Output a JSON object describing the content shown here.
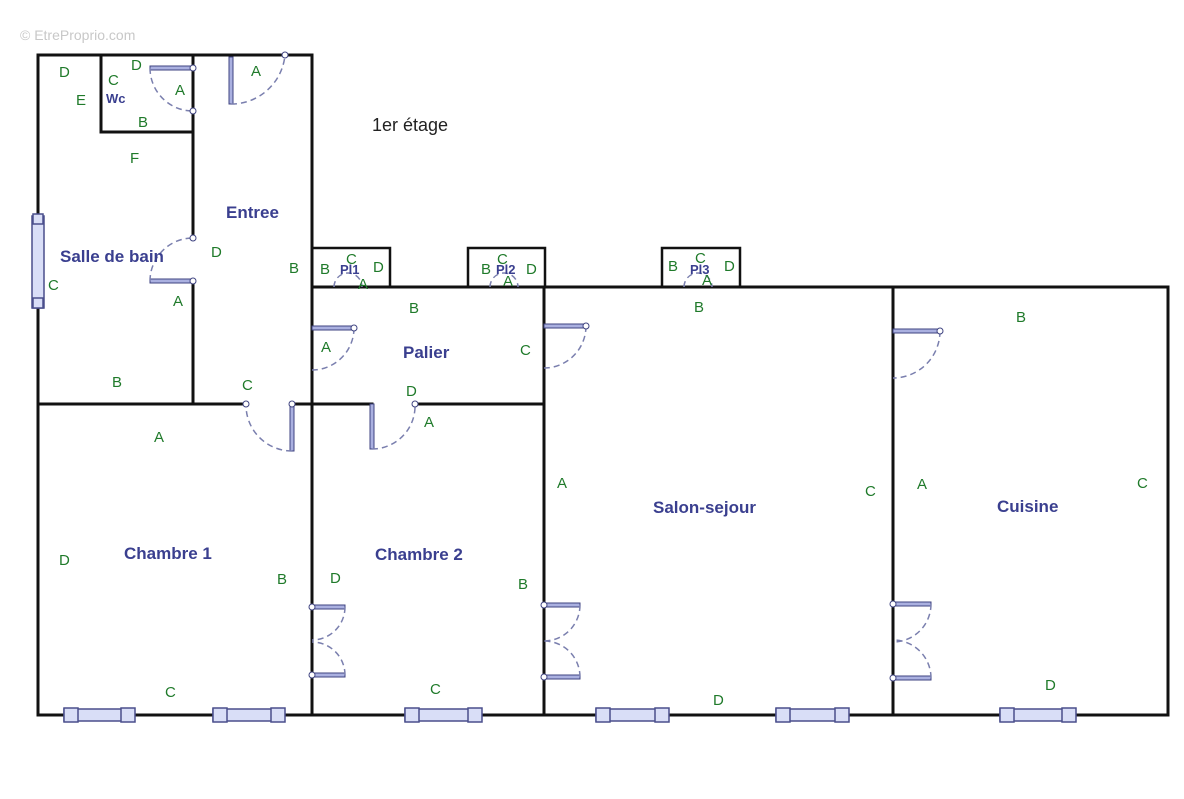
{
  "watermark": "© EtreProprio.com",
  "floor_label": "1er étage",
  "rooms": [
    {
      "id": "wc",
      "label": "Wc"
    },
    {
      "id": "entree",
      "label": "Entree"
    },
    {
      "id": "salle_de_bain",
      "label": "Salle de bain"
    },
    {
      "id": "palier",
      "label": "Palier"
    },
    {
      "id": "chambre1",
      "label": "Chambre 1"
    },
    {
      "id": "chambre2",
      "label": "Chambre 2"
    },
    {
      "id": "salon",
      "label": "Salon-sejour"
    },
    {
      "id": "cuisine",
      "label": "Cuisine"
    }
  ],
  "closets": [
    {
      "id": "pl1",
      "label": "Pl1"
    },
    {
      "id": "pl2",
      "label": "Pl2"
    },
    {
      "id": "pl3",
      "label": "Pl3"
    }
  ],
  "wall_marks": [
    "D",
    "C",
    "D",
    "E",
    "A",
    "B",
    "F",
    "A",
    "D",
    "C",
    "A",
    "B",
    "C",
    "A",
    "B",
    "B",
    "C",
    "D",
    "A",
    "C",
    "B",
    "D",
    "A",
    "B",
    "C",
    "B",
    "D",
    "A",
    "B",
    "A",
    "D",
    "A",
    "C",
    "A",
    "C",
    "D",
    "B",
    "B",
    "D",
    "C",
    "C",
    "D",
    "D"
  ]
}
